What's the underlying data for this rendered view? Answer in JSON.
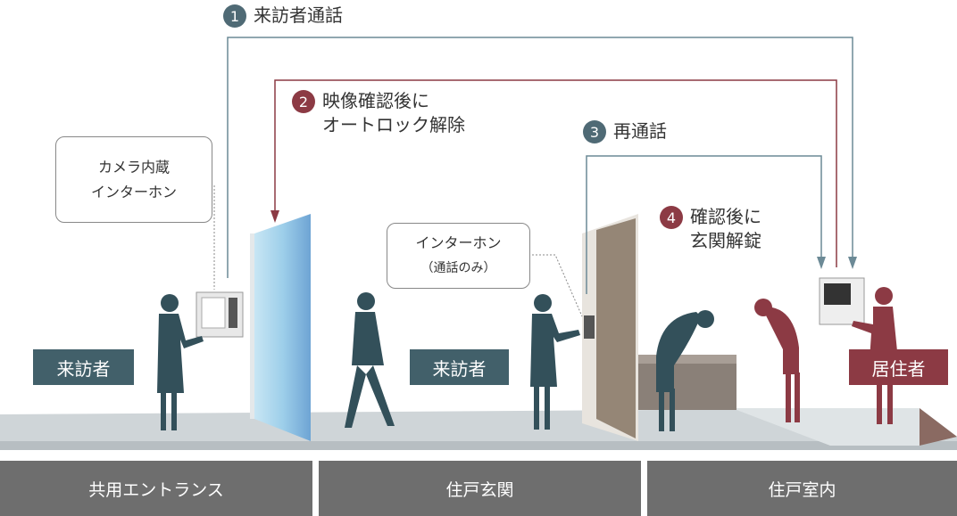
{
  "steps": [
    {
      "num": "1",
      "lines": [
        "来訪者通話"
      ]
    },
    {
      "num": "2",
      "lines": [
        "映像確認後に",
        "オートロック解除"
      ]
    },
    {
      "num": "3",
      "lines": [
        "再通話"
      ]
    },
    {
      "num": "4",
      "lines": [
        "確認後に",
        "玄関解錠"
      ]
    }
  ],
  "callouts": {
    "entrance": [
      "カメラ内蔵",
      "インターホン"
    ],
    "door": [
      "インターホン",
      "（通話のみ）"
    ]
  },
  "tags": {
    "visitor1": "来訪者",
    "visitor2": "来訪者",
    "resident": "居住者"
  },
  "zones": [
    "共用エントランス",
    "住戸玄関",
    "住戸室内"
  ],
  "colors": {
    "teal": "#4f6a75",
    "red": "#8c3a44",
    "zone": "#6e6e6e"
  }
}
